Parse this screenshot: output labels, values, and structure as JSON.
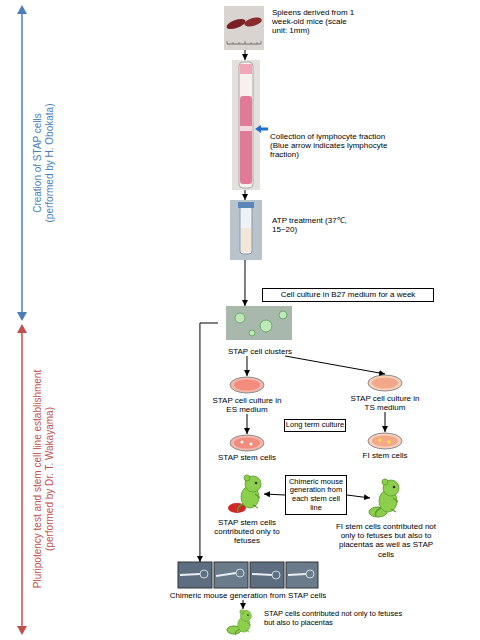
{
  "diagram": {
    "nodes": [
      {
        "text": [
          "Spleens derived from 1 week-old mice (scale unit: 1mm)"
        ]
      },
      {
        "text": [
          "Collection of lymphocyte fraction (Blue arrow indicates lymphocyte fraction)"
        ]
      },
      {
        "text": [
          "ATP treatment (37℃, 15~20)"
        ]
      },
      {
        "text": [
          "Cell culture in B27 medium for a week"
        ]
      },
      {
        "text": [
          "STAP cell clusters"
        ]
      },
      {
        "text": [
          "STAP cell culture in ES medium"
        ]
      },
      {
        "text": [
          "STAP cell culture in TS medium"
        ]
      },
      {
        "text": [
          "Long term culture"
        ]
      },
      {
        "text": [
          "STAP stem cells"
        ]
      },
      {
        "text": [
          "FI stem cells"
        ]
      },
      {
        "text": [
          "Chimeric mouse generation from each stem cell line"
        ]
      },
      {
        "text": [
          "STAP stem cells contributed only to fetuses"
        ]
      },
      {
        "text": [
          "FI stem cells contributed not only to fetuses but also to placentas as well as STAP cells"
        ]
      },
      {
        "text": [
          "Chimeric mouse generation from STAP cells"
        ]
      },
      {
        "text": [
          "STAP cells contributed not only to fetuses but also to placentas"
        ]
      }
    ],
    "edges": [
      {
        "from": 0,
        "to": 1,
        "arrow": "to"
      },
      {
        "from": 1,
        "to": 2,
        "arrow": "to"
      },
      {
        "from": 2,
        "to": 4,
        "arrow": "to"
      },
      {
        "from": 4,
        "to": 5,
        "arrow": "to"
      },
      {
        "from": 4,
        "to": 6,
        "arrow": "to"
      },
      {
        "from": 5,
        "to": 8,
        "arrow": "to"
      },
      {
        "from": 6,
        "to": 9,
        "arrow": "to"
      },
      {
        "from": 10,
        "to": 11,
        "arrow": "to"
      },
      {
        "from": 10,
        "to": 12,
        "arrow": "to"
      },
      {
        "from": 4,
        "to": 13,
        "arrow": "to"
      },
      {
        "from": 13,
        "to": 14,
        "arrow": "to"
      }
    ],
    "labels": [
      "Creation of STAP cells (performed by H. Obokata)",
      "Pluripotency test and stem cell line establishment (performed by Dr. T. Wakayama)"
    ]
  }
}
